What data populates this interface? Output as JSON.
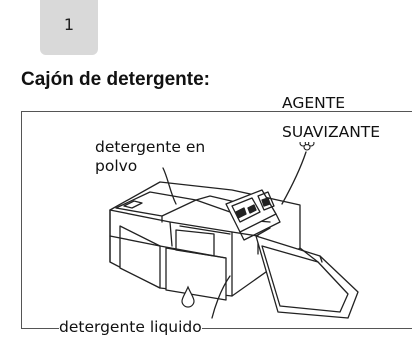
{
  "step": {
    "number": "1"
  },
  "heading": "Cajón de detergente:",
  "labels": {
    "powder_line1": "detergente en",
    "powder_line2": "polvo",
    "softener_line1": "AGENTE",
    "softener_line2": "SUAVIZANTE",
    "liquid": "detergente liquido"
  },
  "icons": [
    "flower-icon",
    "droplet-icon"
  ],
  "colors": {
    "badge": "#d9d9d9",
    "line": "#222222",
    "frame": "#555555"
  }
}
